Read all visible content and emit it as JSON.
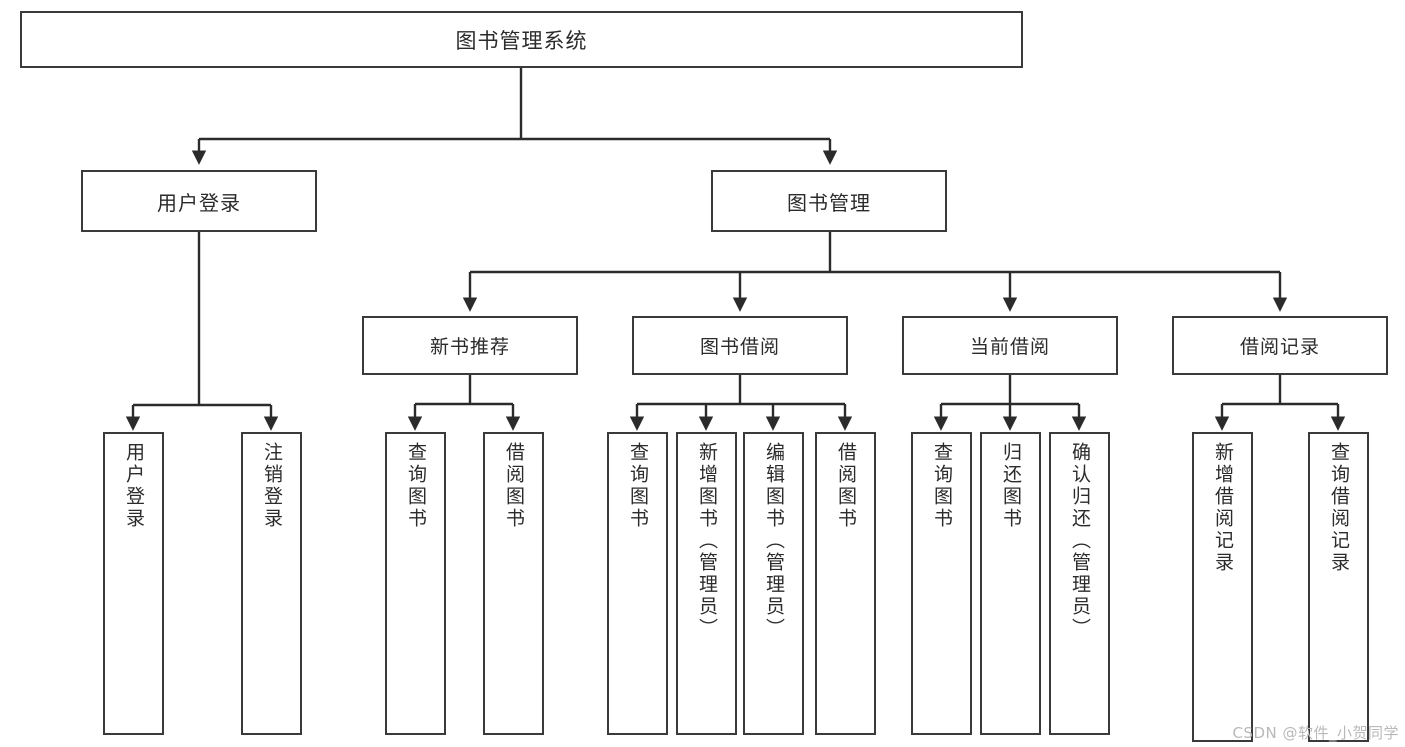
{
  "diagram": {
    "title": "图书管理系统",
    "type": "tree",
    "watermark": "CSDN @软件_小贺同学",
    "colors": {
      "box_border": "#3a3a3a",
      "box_fill": "#ffffff",
      "edge": "#2b2b2b",
      "text": "#2b2b2b",
      "watermark": "#b9b9b9",
      "background": "#ffffff"
    },
    "root": {
      "label": "图书管理系统"
    },
    "level2": [
      {
        "label": "用户登录"
      },
      {
        "label": "图书管理"
      }
    ],
    "level3": [
      {
        "label": "新书推荐"
      },
      {
        "label": "图书借阅"
      },
      {
        "label": "当前借阅"
      },
      {
        "label": "借阅记录"
      }
    ],
    "leaves": {
      "user_login": [
        {
          "label": "用户登录"
        },
        {
          "label": "注销登录"
        }
      ],
      "new_book": [
        {
          "label": "查询图书"
        },
        {
          "label": "借阅图书"
        }
      ],
      "book_borrow": [
        {
          "label": "查询图书"
        },
        {
          "label": "新增图书（管理员）"
        },
        {
          "label": "编辑图书（管理员）"
        },
        {
          "label": "借阅图书"
        }
      ],
      "current_borrow": [
        {
          "label": "查询图书"
        },
        {
          "label": "归还图书"
        },
        {
          "label": "确认归还（管理员）"
        }
      ],
      "borrow_record": [
        {
          "label": "新增借阅记录"
        },
        {
          "label": "查询借阅记录"
        }
      ]
    }
  }
}
